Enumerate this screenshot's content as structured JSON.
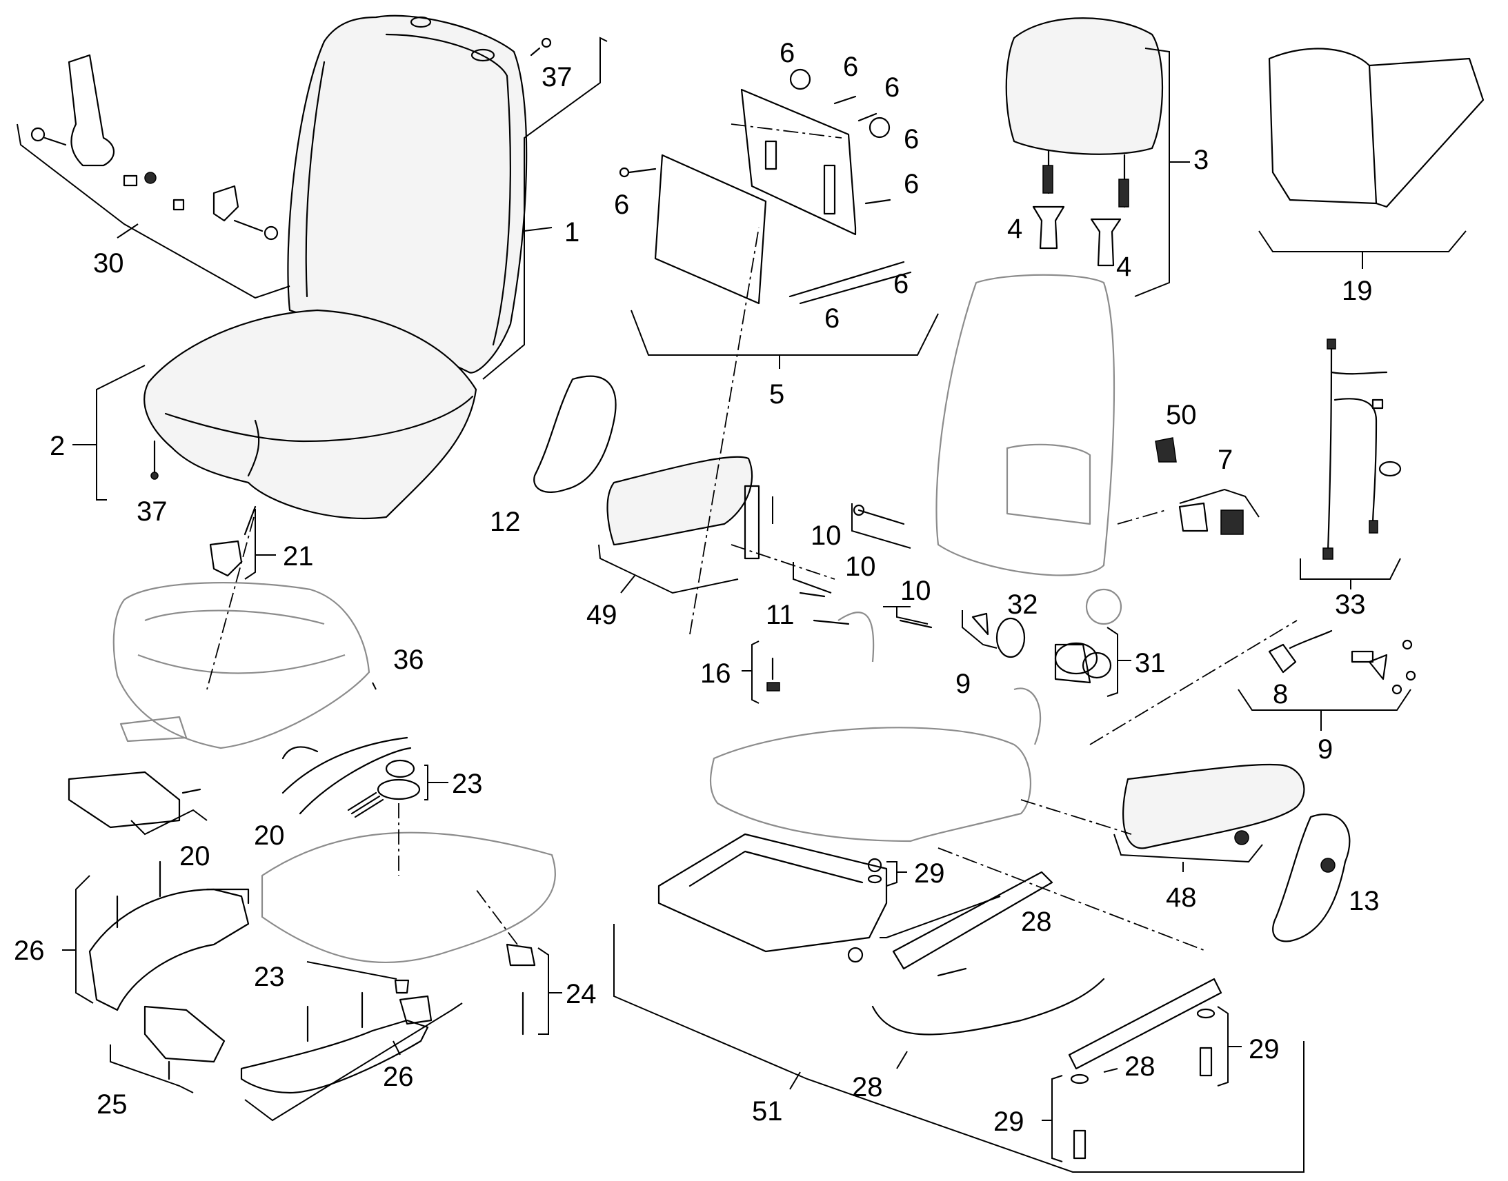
{
  "colors": {
    "line": "#000000",
    "background": "#ffffff",
    "faded_part": "#8c8c8c"
  },
  "callouts": [
    {
      "id": "c1",
      "text": "1"
    },
    {
      "id": "c2",
      "text": "2"
    },
    {
      "id": "c3",
      "text": "3"
    },
    {
      "id": "c4a",
      "text": "4"
    },
    {
      "id": "c4b",
      "text": "4"
    },
    {
      "id": "c5",
      "text": "5"
    },
    {
      "id": "c6a",
      "text": "6"
    },
    {
      "id": "c6b",
      "text": "6"
    },
    {
      "id": "c6c",
      "text": "6"
    },
    {
      "id": "c6d",
      "text": "6"
    },
    {
      "id": "c6e",
      "text": "6"
    },
    {
      "id": "c6f",
      "text": "6"
    },
    {
      "id": "c6g",
      "text": "6"
    },
    {
      "id": "c6h",
      "text": "6"
    },
    {
      "id": "c7",
      "text": "7"
    },
    {
      "id": "c8",
      "text": "8"
    },
    {
      "id": "c9a",
      "text": "9"
    },
    {
      "id": "c9b",
      "text": "9"
    },
    {
      "id": "c10a",
      "text": "10"
    },
    {
      "id": "c10b",
      "text": "10"
    },
    {
      "id": "c10c",
      "text": "10"
    },
    {
      "id": "c11",
      "text": "11"
    },
    {
      "id": "c12",
      "text": "12"
    },
    {
      "id": "c13",
      "text": "13"
    },
    {
      "id": "c16",
      "text": "16"
    },
    {
      "id": "c19",
      "text": "19"
    },
    {
      "id": "c20a",
      "text": "20"
    },
    {
      "id": "c20b",
      "text": "20"
    },
    {
      "id": "c21",
      "text": "21"
    },
    {
      "id": "c23a",
      "text": "23"
    },
    {
      "id": "c23b",
      "text": "23"
    },
    {
      "id": "c24",
      "text": "24"
    },
    {
      "id": "c25",
      "text": "25"
    },
    {
      "id": "c26a",
      "text": "26"
    },
    {
      "id": "c26b",
      "text": "26"
    },
    {
      "id": "c28a",
      "text": "28"
    },
    {
      "id": "c28b",
      "text": "28"
    },
    {
      "id": "c28c",
      "text": "28"
    },
    {
      "id": "c29a",
      "text": "29"
    },
    {
      "id": "c29b",
      "text": "29"
    },
    {
      "id": "c29c",
      "text": "29"
    },
    {
      "id": "c30",
      "text": "30"
    },
    {
      "id": "c31",
      "text": "31"
    },
    {
      "id": "c32",
      "text": "32"
    },
    {
      "id": "c33",
      "text": "33"
    },
    {
      "id": "c36",
      "text": "36"
    },
    {
      "id": "c37a",
      "text": "37"
    },
    {
      "id": "c37b",
      "text": "37"
    },
    {
      "id": "c48",
      "text": "48"
    },
    {
      "id": "c49",
      "text": "49"
    },
    {
      "id": "c50",
      "text": "50"
    },
    {
      "id": "c51",
      "text": "51"
    }
  ]
}
